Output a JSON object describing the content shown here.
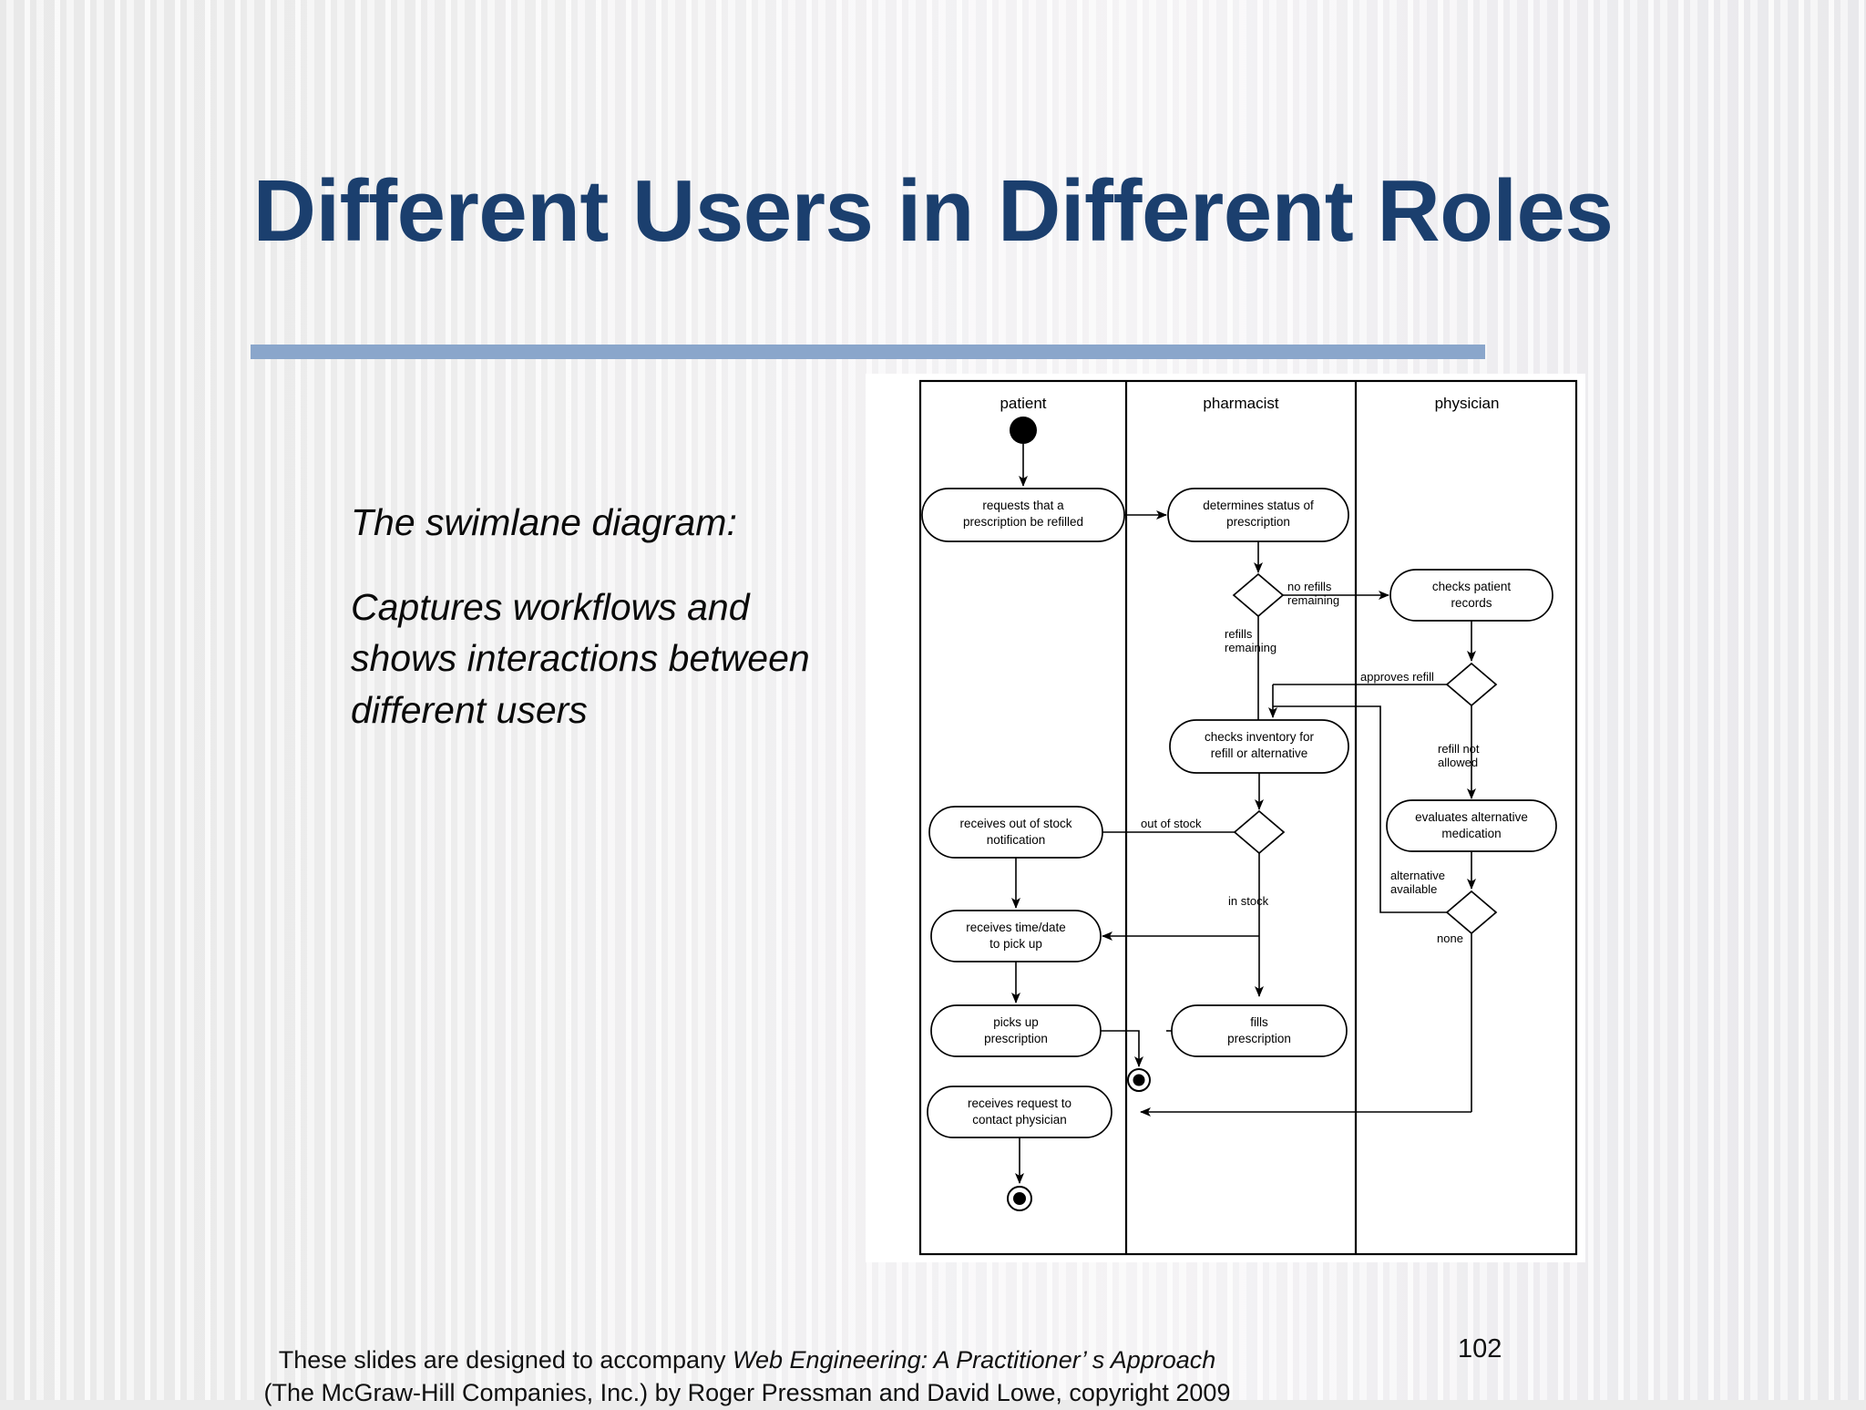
{
  "slide": {
    "title": "Different Users in Different Roles",
    "page_number": "102",
    "accent_rule_color": "#8aa6cb",
    "title_color": "#1b3f6e",
    "background_color": "#ebebeb"
  },
  "body": {
    "paragraph_1": "The swimlane diagram:",
    "paragraph_2": "Captures workflows and shows interactions between different users"
  },
  "footer": {
    "line1_prefix": "These slides are designed to accompany ",
    "line1_italic": "Web Engineering: A Practitioner’ s Approach",
    "line2": "(The McGraw-Hill Companies, Inc.) by Roger Pressman and David Lowe, copyright 2009"
  },
  "diagram": {
    "type": "uml-swimlane-activity",
    "lanes": [
      {
        "name": "patient"
      },
      {
        "name": "pharmacist"
      },
      {
        "name": "physician"
      }
    ],
    "nodes": {
      "start": "start-node",
      "requests": "requests that a prescription be refilled",
      "determines": "determines status of prescription",
      "checks_records": "checks patient records",
      "checks_inventory": "checks inventory for refill or alternative",
      "evaluates": "evaluates alternative medication",
      "receives_oos": "receives out of stock notification",
      "receives_time": "receives time/date to pick up",
      "picks_up": "picks up prescription",
      "fills": "fills prescription",
      "receives_contact": "receives request to contact physician",
      "end_pharmacist": "end-node",
      "end_patient": "end-node"
    },
    "guards": {
      "no_refills": "no refills remaining",
      "refills": "refills remaining",
      "approves": "approves refill",
      "refill_not_allowed": "refill not allowed",
      "out_of_stock": "out of stock",
      "in_stock": "in stock",
      "alternative_available": "alternative available",
      "none": "none"
    }
  }
}
